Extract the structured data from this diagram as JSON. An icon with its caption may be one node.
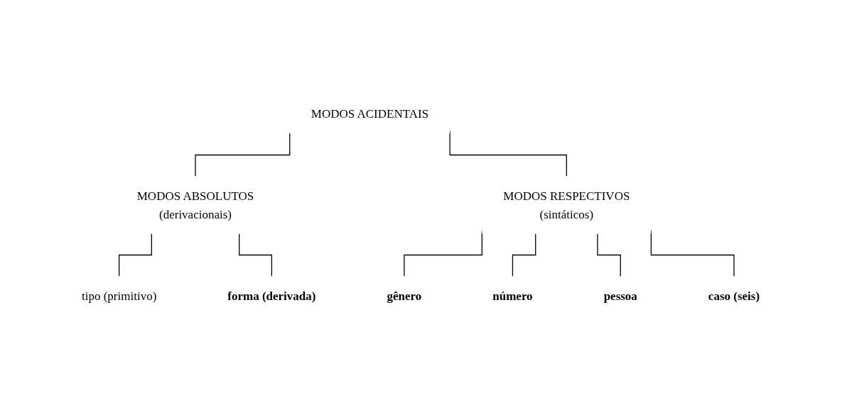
{
  "diagram": {
    "nodes": [
      {
        "text": [
          "MODOS ACIDENTAIS"
        ]
      },
      {
        "text": [
          "MODOS ABSOLUTOS",
          "(derivacionais)"
        ]
      },
      {
        "text": [
          "MODOS RESPECTIVOS",
          "(sintáticos)"
        ]
      },
      {
        "text": [
          "tipo (primitivo)"
        ]
      },
      {
        "text": [
          "forma (derivada)"
        ]
      },
      {
        "text": [
          "gênero"
        ]
      },
      {
        "text": [
          "número"
        ]
      },
      {
        "text": [
          "pessoa"
        ]
      },
      {
        "text": [
          "caso (seis)"
        ]
      }
    ],
    "edges": [
      {
        "from": 0,
        "to": 1,
        "arrow": "none"
      },
      {
        "from": 0,
        "to": 2,
        "arrow": "none"
      },
      {
        "from": 1,
        "to": 3,
        "arrow": "none"
      },
      {
        "from": 1,
        "to": 4,
        "arrow": "none"
      },
      {
        "from": 2,
        "to": 5,
        "arrow": "none"
      },
      {
        "from": 2,
        "to": 6,
        "arrow": "none"
      },
      {
        "from": 2,
        "to": 7,
        "arrow": "none"
      },
      {
        "from": 2,
        "to": 8,
        "arrow": "none"
      }
    ]
  }
}
